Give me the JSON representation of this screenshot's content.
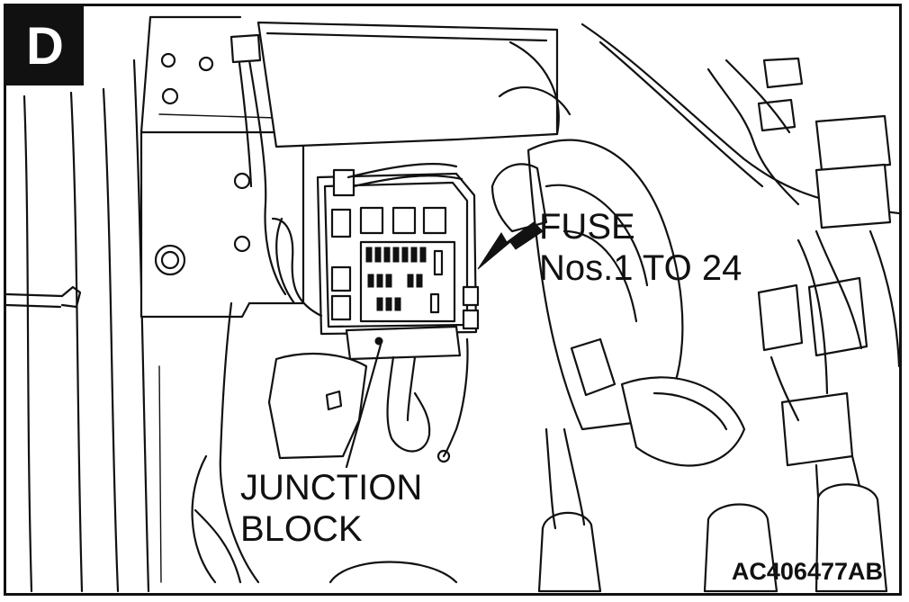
{
  "view_letter": "D",
  "callouts": {
    "fuse_line1": "FUSE",
    "fuse_line2": "Nos.1 TO 24",
    "junction_line1": "JUNCTION",
    "junction_line2": "BLOCK"
  },
  "figure_code": "AC406477AB"
}
